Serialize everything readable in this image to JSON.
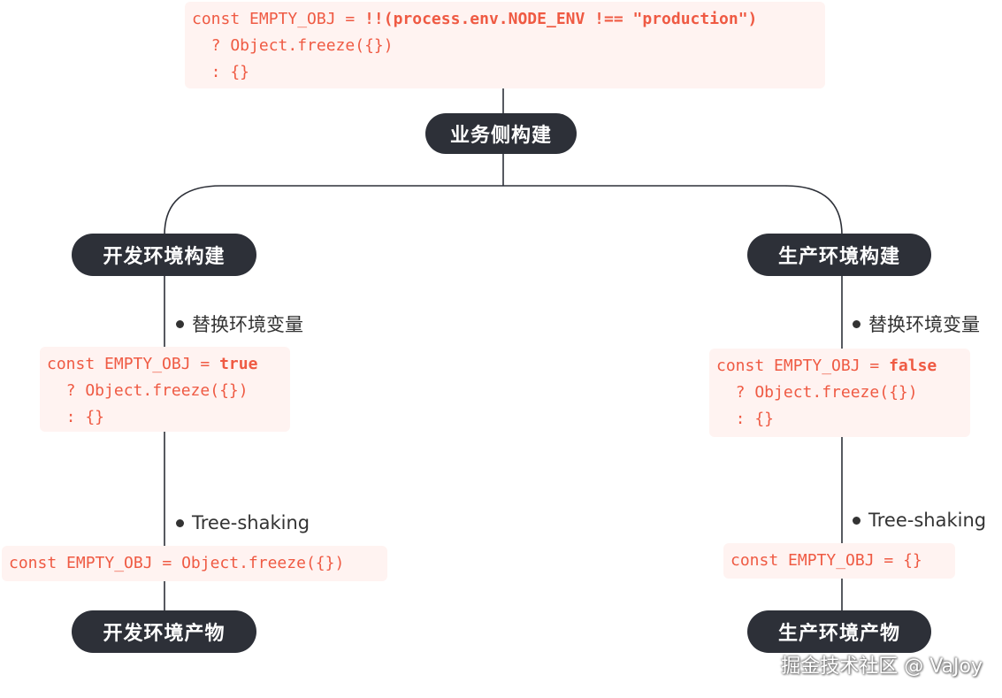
{
  "source_code": {
    "lines": [
      {
        "pre": "const EMPTY_OBJ = ",
        "bold": "!!(process.env.NODE_ENV !== \"production\")",
        "post": ""
      },
      {
        "pre": "  ? Object.freeze({})",
        "bold": "",
        "post": ""
      },
      {
        "pre": "  : {}",
        "bold": "",
        "post": ""
      }
    ]
  },
  "root_node": {
    "label": "业务侧构建"
  },
  "dev": {
    "node_label": "开发环境构建",
    "step1_label": "替换环境变量",
    "code1": [
      {
        "pre": "const EMPTY_OBJ = ",
        "bold": "true",
        "post": ""
      },
      {
        "pre": "  ? Object.freeze({})",
        "bold": "",
        "post": ""
      },
      {
        "pre": "  : {}",
        "bold": "",
        "post": ""
      }
    ],
    "step2_label": "Tree-shaking",
    "code2": [
      {
        "pre": "const EMPTY_OBJ = Object.freeze({})",
        "bold": "",
        "post": ""
      }
    ],
    "result_label": "开发环境产物"
  },
  "prod": {
    "node_label": "生产环境构建",
    "step1_label": "替换环境变量",
    "code1": [
      {
        "pre": "const EMPTY_OBJ = ",
        "bold": "false",
        "post": ""
      },
      {
        "pre": "  ? Object.freeze({})",
        "bold": "",
        "post": ""
      },
      {
        "pre": "  : {}",
        "bold": "",
        "post": ""
      }
    ],
    "step2_label": "Tree-shaking",
    "code2": [
      {
        "pre": "const EMPTY_OBJ = {}",
        "bold": "",
        "post": ""
      }
    ],
    "result_label": "生产环境产物"
  },
  "watermark": "掘金技术社区 @ VaJoy",
  "colors": {
    "code_text": "#ef5a43",
    "code_bg": "#fff3f1",
    "node_bg": "#2d3038",
    "node_text": "#ffffff",
    "line": "#2d3038"
  }
}
